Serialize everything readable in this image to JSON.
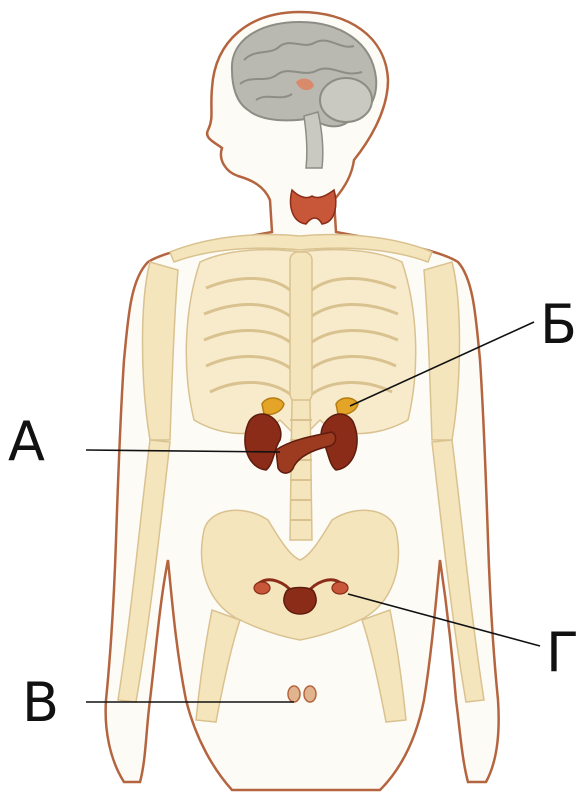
{
  "labels": {
    "a": "А",
    "b": "Б",
    "v": "В",
    "g": "Г"
  },
  "colors": {
    "outline": "#b4653f",
    "bone": "#f5e5bd",
    "bone_edge": "#d9c28f",
    "brain": "#b9b9b1",
    "gland": "#8a2c18",
    "thyroid": "#c8573a",
    "adrenal": "#e3a427",
    "leader_line": "#111111"
  }
}
